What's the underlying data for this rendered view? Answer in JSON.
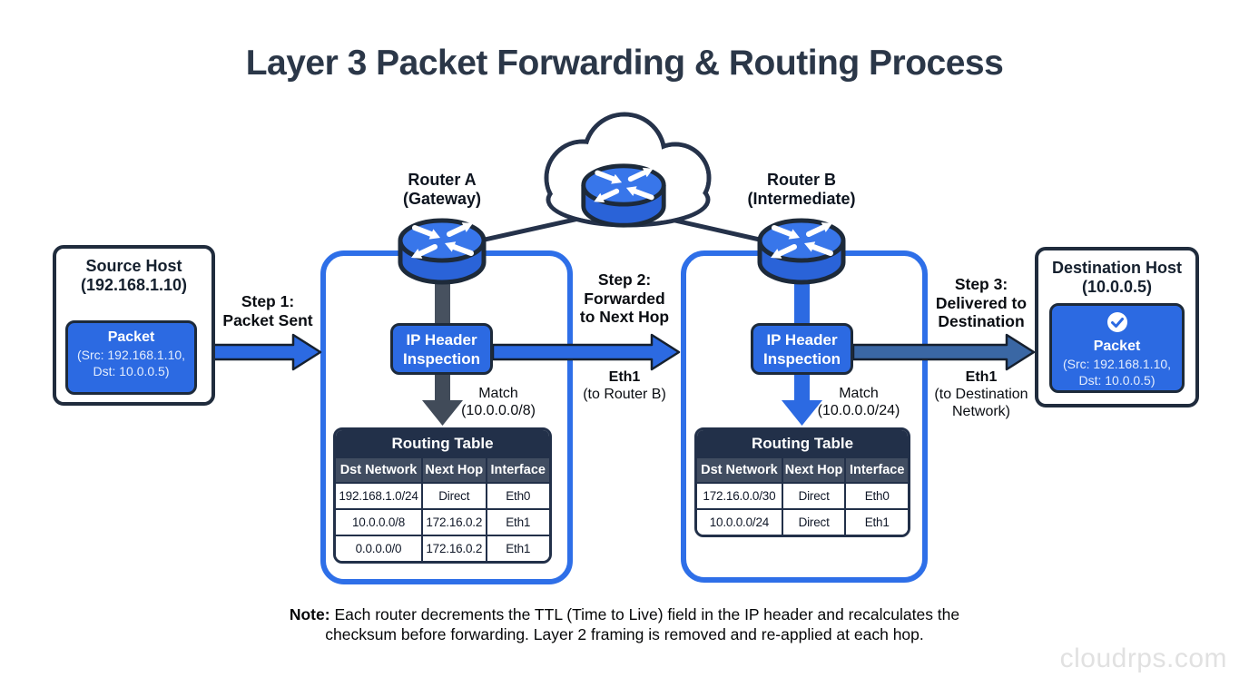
{
  "title": "Layer 3 Packet Forwarding & Routing Process",
  "watermark": "cloudrps.com",
  "colors": {
    "primary_blue": "#2c6ae2",
    "navy_outline": "#1d2a3a",
    "table_title_bg": "#223049",
    "table_header_bg": "#414d61",
    "steel_arrow_blue": "#3a67a4",
    "connector_gray": "#47515f"
  },
  "source_host": {
    "title": "Source Host",
    "address": "(192.168.1.10)",
    "packet": {
      "title": "Packet",
      "src_line": "(Src: 192.168.1.10,",
      "dst_line": "Dst: 10.0.0.5)"
    }
  },
  "destination_host": {
    "title": "Destination Host",
    "address": "(10.0.0.5)",
    "packet": {
      "title": "Packet",
      "src_line": "(Src: 192.168.1.10,",
      "dst_line": "Dst: 10.0.0.5)"
    }
  },
  "router_a": {
    "name": "Router A",
    "role": "(Gateway)",
    "inspection_line1": "IP Header",
    "inspection_line2": "Inspection",
    "match_label": "Match",
    "match_value": "(10.0.0.0/8)",
    "table": {
      "title": "Routing Table",
      "columns": [
        "Dst Network",
        "Next Hop",
        "Interface"
      ],
      "rows": [
        [
          "192.168.1.0/24",
          "Direct",
          "Eth0"
        ],
        [
          "10.0.0.0/8",
          "172.16.0.2",
          "Eth1"
        ],
        [
          "0.0.0.0/0",
          "172.16.0.2",
          "Eth1"
        ]
      ]
    }
  },
  "router_b": {
    "name": "Router B",
    "role": "(Intermediate)",
    "inspection_line1": "IP Header",
    "inspection_line2": "Inspection",
    "match_label": "Match",
    "match_value": "(10.0.0.0/24)",
    "table": {
      "title": "Routing Table",
      "columns": [
        "Dst Network",
        "Next Hop",
        "Interface"
      ],
      "rows": [
        [
          "172.16.0.0/30",
          "Direct",
          "Eth0"
        ],
        [
          "10.0.0.0/24",
          "Direct",
          "Eth1"
        ]
      ]
    }
  },
  "step1": {
    "line1": "Step 1:",
    "line2": "Packet Sent"
  },
  "step2": {
    "line1": "Step 2:",
    "line2": "Forwarded",
    "line3": "to Next Hop",
    "iface": "Eth1",
    "iface_note": "(to Router B)"
  },
  "step3": {
    "line1": "Step 3:",
    "line2": "Delivered to",
    "line3": "Destination",
    "iface": "Eth1",
    "iface_note_line1": "(to Destination",
    "iface_note_line2": "Network)"
  },
  "note": {
    "label": "Note:",
    "line1": " Each router decrements the TTL (Time to Live) field in the IP header and recalculates the",
    "line2": "checksum before forwarding. Layer 2 framing is removed and re-applied at each hop."
  }
}
